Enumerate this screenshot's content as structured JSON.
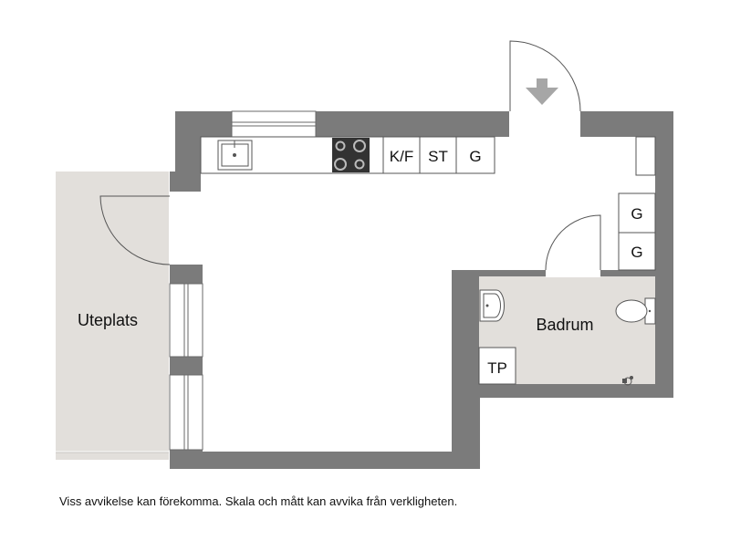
{
  "colors": {
    "wall": "#7b7b7b",
    "wall_stroke": "#6a6a6a",
    "floor_main": "#ffffff",
    "floor_wet": "#e2dfdb",
    "terrace": "#e2dfdb",
    "fixture_stroke": "#555555",
    "hob": "#333333",
    "arrow": "#a6a6a6"
  },
  "rooms": {
    "terrace": "Uteplats",
    "bathroom": "Badrum"
  },
  "fixtures": {
    "fridge_freezer": "K/F",
    "dishwasher": "ST",
    "cabinet_kitchen": "G",
    "cabinet_upper": "G",
    "cabinet_lower": "G",
    "washing_machine": "TP"
  },
  "icons": {
    "entrance": "arrow-down-icon",
    "sink": "kitchen-sink-icon",
    "hob": "cooktop-icon",
    "basin": "washbasin-icon",
    "toilet": "toilet-icon",
    "drain": "floor-drain-icon"
  },
  "disclaimer": "Viss avvikelse kan förekomma. Skala och mått kan avvika från verkligheten."
}
